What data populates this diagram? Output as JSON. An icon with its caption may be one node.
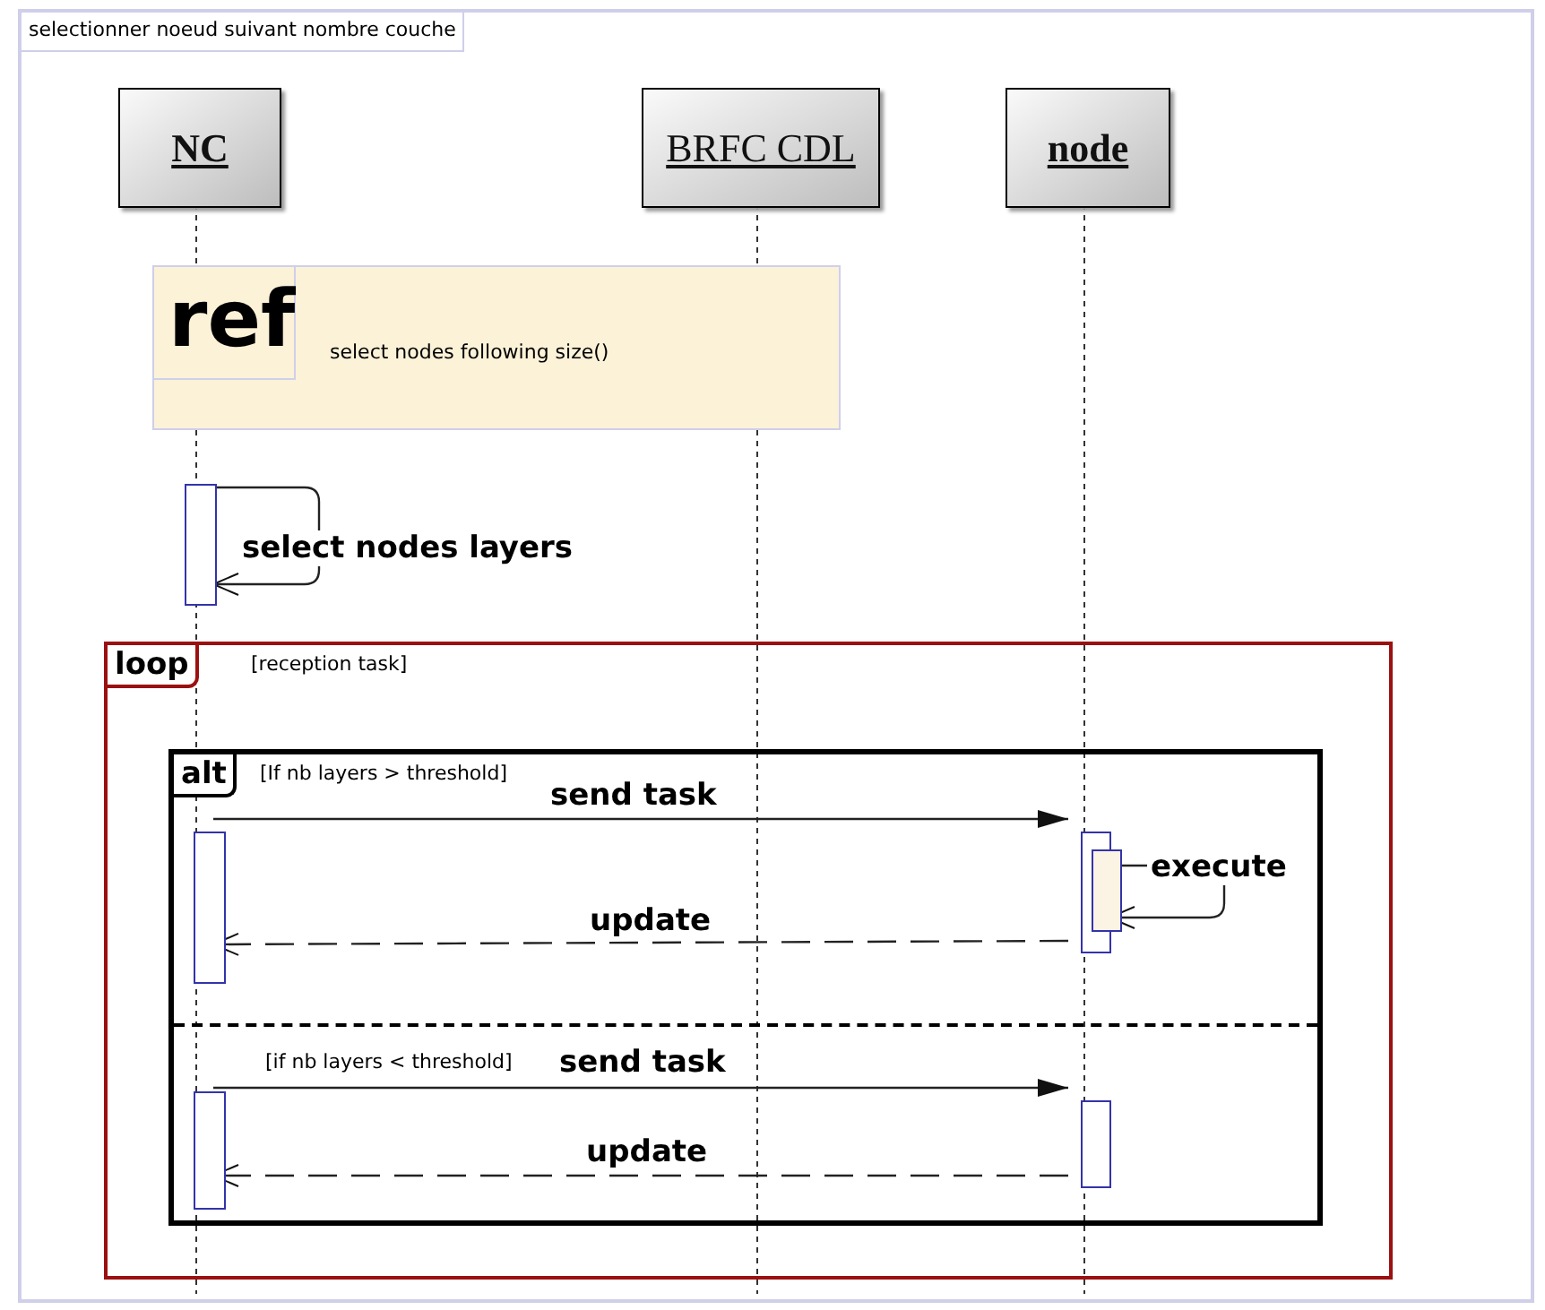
{
  "diagram": {
    "nodes": [
      {
        "text": [
          "selectionner noeud suivant nombre couche"
        ]
      },
      {
        "text": [
          "NC"
        ],
        "in": 0
      },
      {
        "text": [
          "BRFC CDL"
        ],
        "in": 0
      },
      {
        "text": [
          "node"
        ],
        "in": 0
      },
      {
        "text": [
          "ref",
          "select nodes following size()"
        ],
        "in": 0
      },
      {
        "text": [],
        "shape": "bar",
        "in": 0
      },
      {
        "text": [
          "loop",
          "[reception task]"
        ],
        "in": 0
      },
      {
        "text": [
          "alt",
          "[If nb layers > threshold]",
          "[if nb layers < threshold]"
        ],
        "in": 6
      },
      {
        "text": [],
        "shape": "bar",
        "in": 7
      },
      {
        "text": [],
        "shape": "bar",
        "in": 7
      },
      {
        "text": [],
        "shape": "bar",
        "in": 7
      },
      {
        "text": [],
        "shape": "bar",
        "in": 7
      },
      {
        "text": [],
        "shape": "bar",
        "in": 7
      }
    ],
    "edges": [
      {
        "from": 5,
        "to": 5,
        "arrow": "to",
        "label": "select nodes layers"
      },
      {
        "from": 8,
        "to": 9,
        "arrow": "to",
        "label": "send task"
      },
      {
        "from": 10,
        "to": 10,
        "arrow": "to",
        "label": "execute"
      },
      {
        "from": 9,
        "to": 8,
        "arrow": "to",
        "label": "update",
        "style": "dashed"
      },
      {
        "from": 11,
        "to": 12,
        "arrow": "to",
        "label": "send task"
      },
      {
        "from": 12,
        "to": 11,
        "arrow": "to",
        "label": "update",
        "style": "dashed"
      }
    ]
  }
}
